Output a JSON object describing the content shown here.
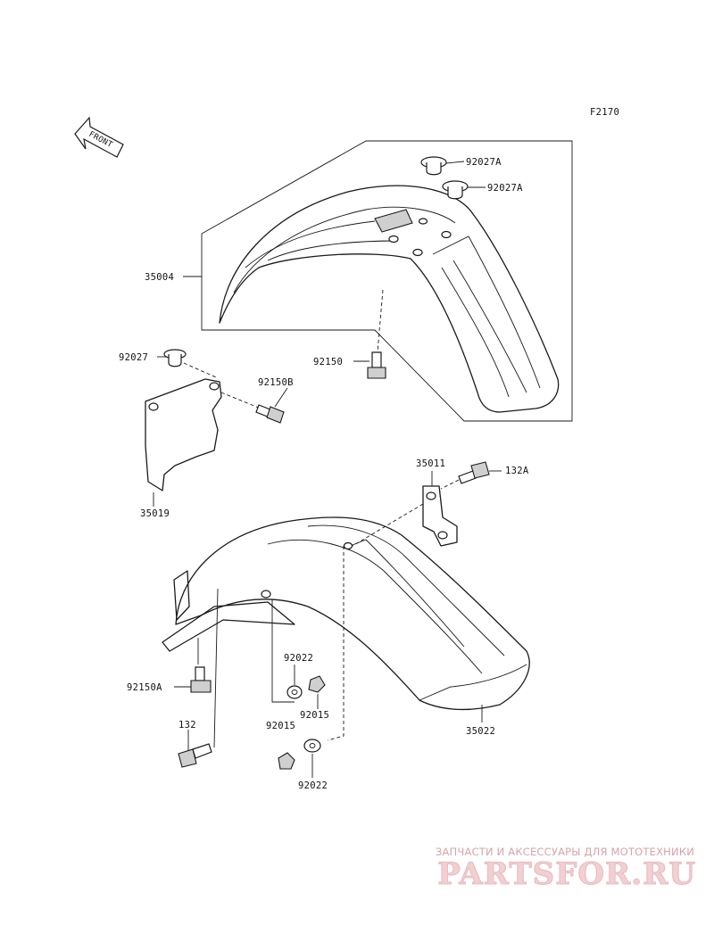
{
  "diagram_code": "F2170",
  "front_arrow_text": "FRONT",
  "labels": {
    "p92027A_1": "92027A",
    "p92027A_2": "92027A",
    "p35004": "35004",
    "p92027": "92027",
    "p92150B": "92150B",
    "p92150": "92150",
    "p35019": "35019",
    "p35011": "35011",
    "p132A": "132A",
    "p92022_1": "92022",
    "p92150A": "92150A",
    "p92015_1": "92015",
    "p92015_2": "92015",
    "p132": "132",
    "p35022": "35022",
    "p92022_2": "92022"
  },
  "watermark": {
    "tagline": "ЗАПЧАСТИ И АКСЕССУАРЫ ДЛЯ МОТОТЕХНИКИ",
    "logo": "PARTSFOR.RU",
    "color": "#e8b9bc"
  }
}
